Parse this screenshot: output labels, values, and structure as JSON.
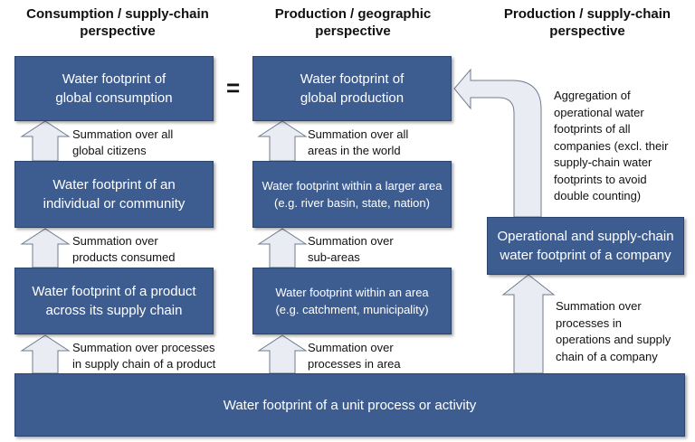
{
  "headers": {
    "consumption": "Consumption / supply-chain\nperspective",
    "geographic": "Production / geographic\nperspective",
    "supply_chain": "Production / supply-chain\nperspective"
  },
  "boxes": {
    "global_consumption": "Water footprint of\nglobal consumption",
    "individual": "Water footprint of an\nindividual or community",
    "product": "Water footprint of a product\nacross its supply chain",
    "global_production": "Water footprint of\nglobal production",
    "larger_area": "Water footprint within a larger area\n(e.g. river basin, state, nation)",
    "area": "Water footprint within an area\n(e.g. catchment, municipality)",
    "company": "Operational and supply-chain\nwater footprint of a company",
    "unit_process": "Water footprint of a unit process or activity"
  },
  "equals_sign": "=",
  "labels": {
    "global_citizens": "Summation over all\nglobal citizens",
    "products_consumed": "Summation over\nproducts consumed",
    "processes_product": "Summation over processes\nin supply chain of a product",
    "areas_world": "Summation over all\nareas in the world",
    "sub_areas": "Summation over\nsub-areas",
    "processes_area": "Summation over\nprocesses in area",
    "aggregation": "Aggregation of\noperational water\nfootprints of all\ncompanies (excl. their\nsupply-chain water\nfootprints to avoid\ndouble counting)",
    "processes_company": "Summation over\nprocesses in\noperations and supply\nchain of a company"
  },
  "colors": {
    "box_fill": "#3d5d91",
    "arrow_fill": "#e9ecf3",
    "arrow_stroke": "#6f7c92"
  }
}
